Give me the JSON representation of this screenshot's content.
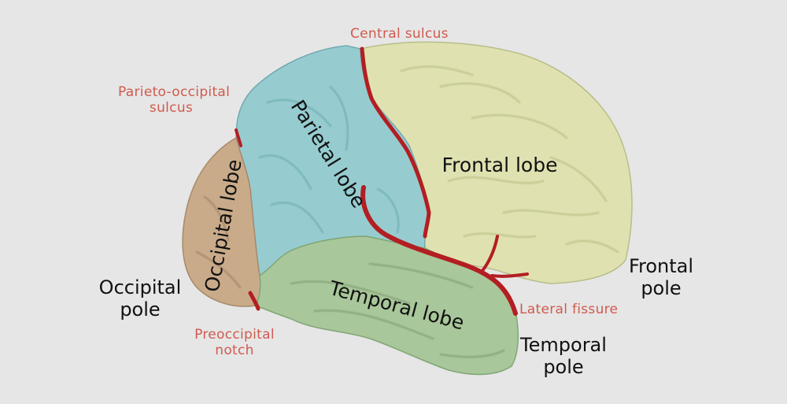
{
  "lobes": {
    "frontal": "Frontal lobe",
    "parietal": "Parietal lobe",
    "occipital": "Occipital lobe",
    "temporal": "Temporal lobe"
  },
  "sulci": {
    "central": "Central sulcus",
    "parieto_occipital": [
      "Parieto-occipital",
      "sulcus"
    ],
    "preoccipital": [
      "Preoccipital",
      "notch"
    ],
    "lateral": "Lateral fissure"
  },
  "poles": {
    "occipital": [
      "Occipital",
      "pole"
    ],
    "frontal": [
      "Frontal",
      "pole"
    ],
    "temporal": [
      "Temporal",
      "pole"
    ]
  },
  "colors": {
    "background": "#e6e6e6",
    "frontal": "#dfe2b0",
    "parietal": "#96ccd0",
    "occipital": "#c9ab8a",
    "temporal": "#a8c79a",
    "sulcus": "#b31e22",
    "sulcus_label": "#d05a4e"
  }
}
